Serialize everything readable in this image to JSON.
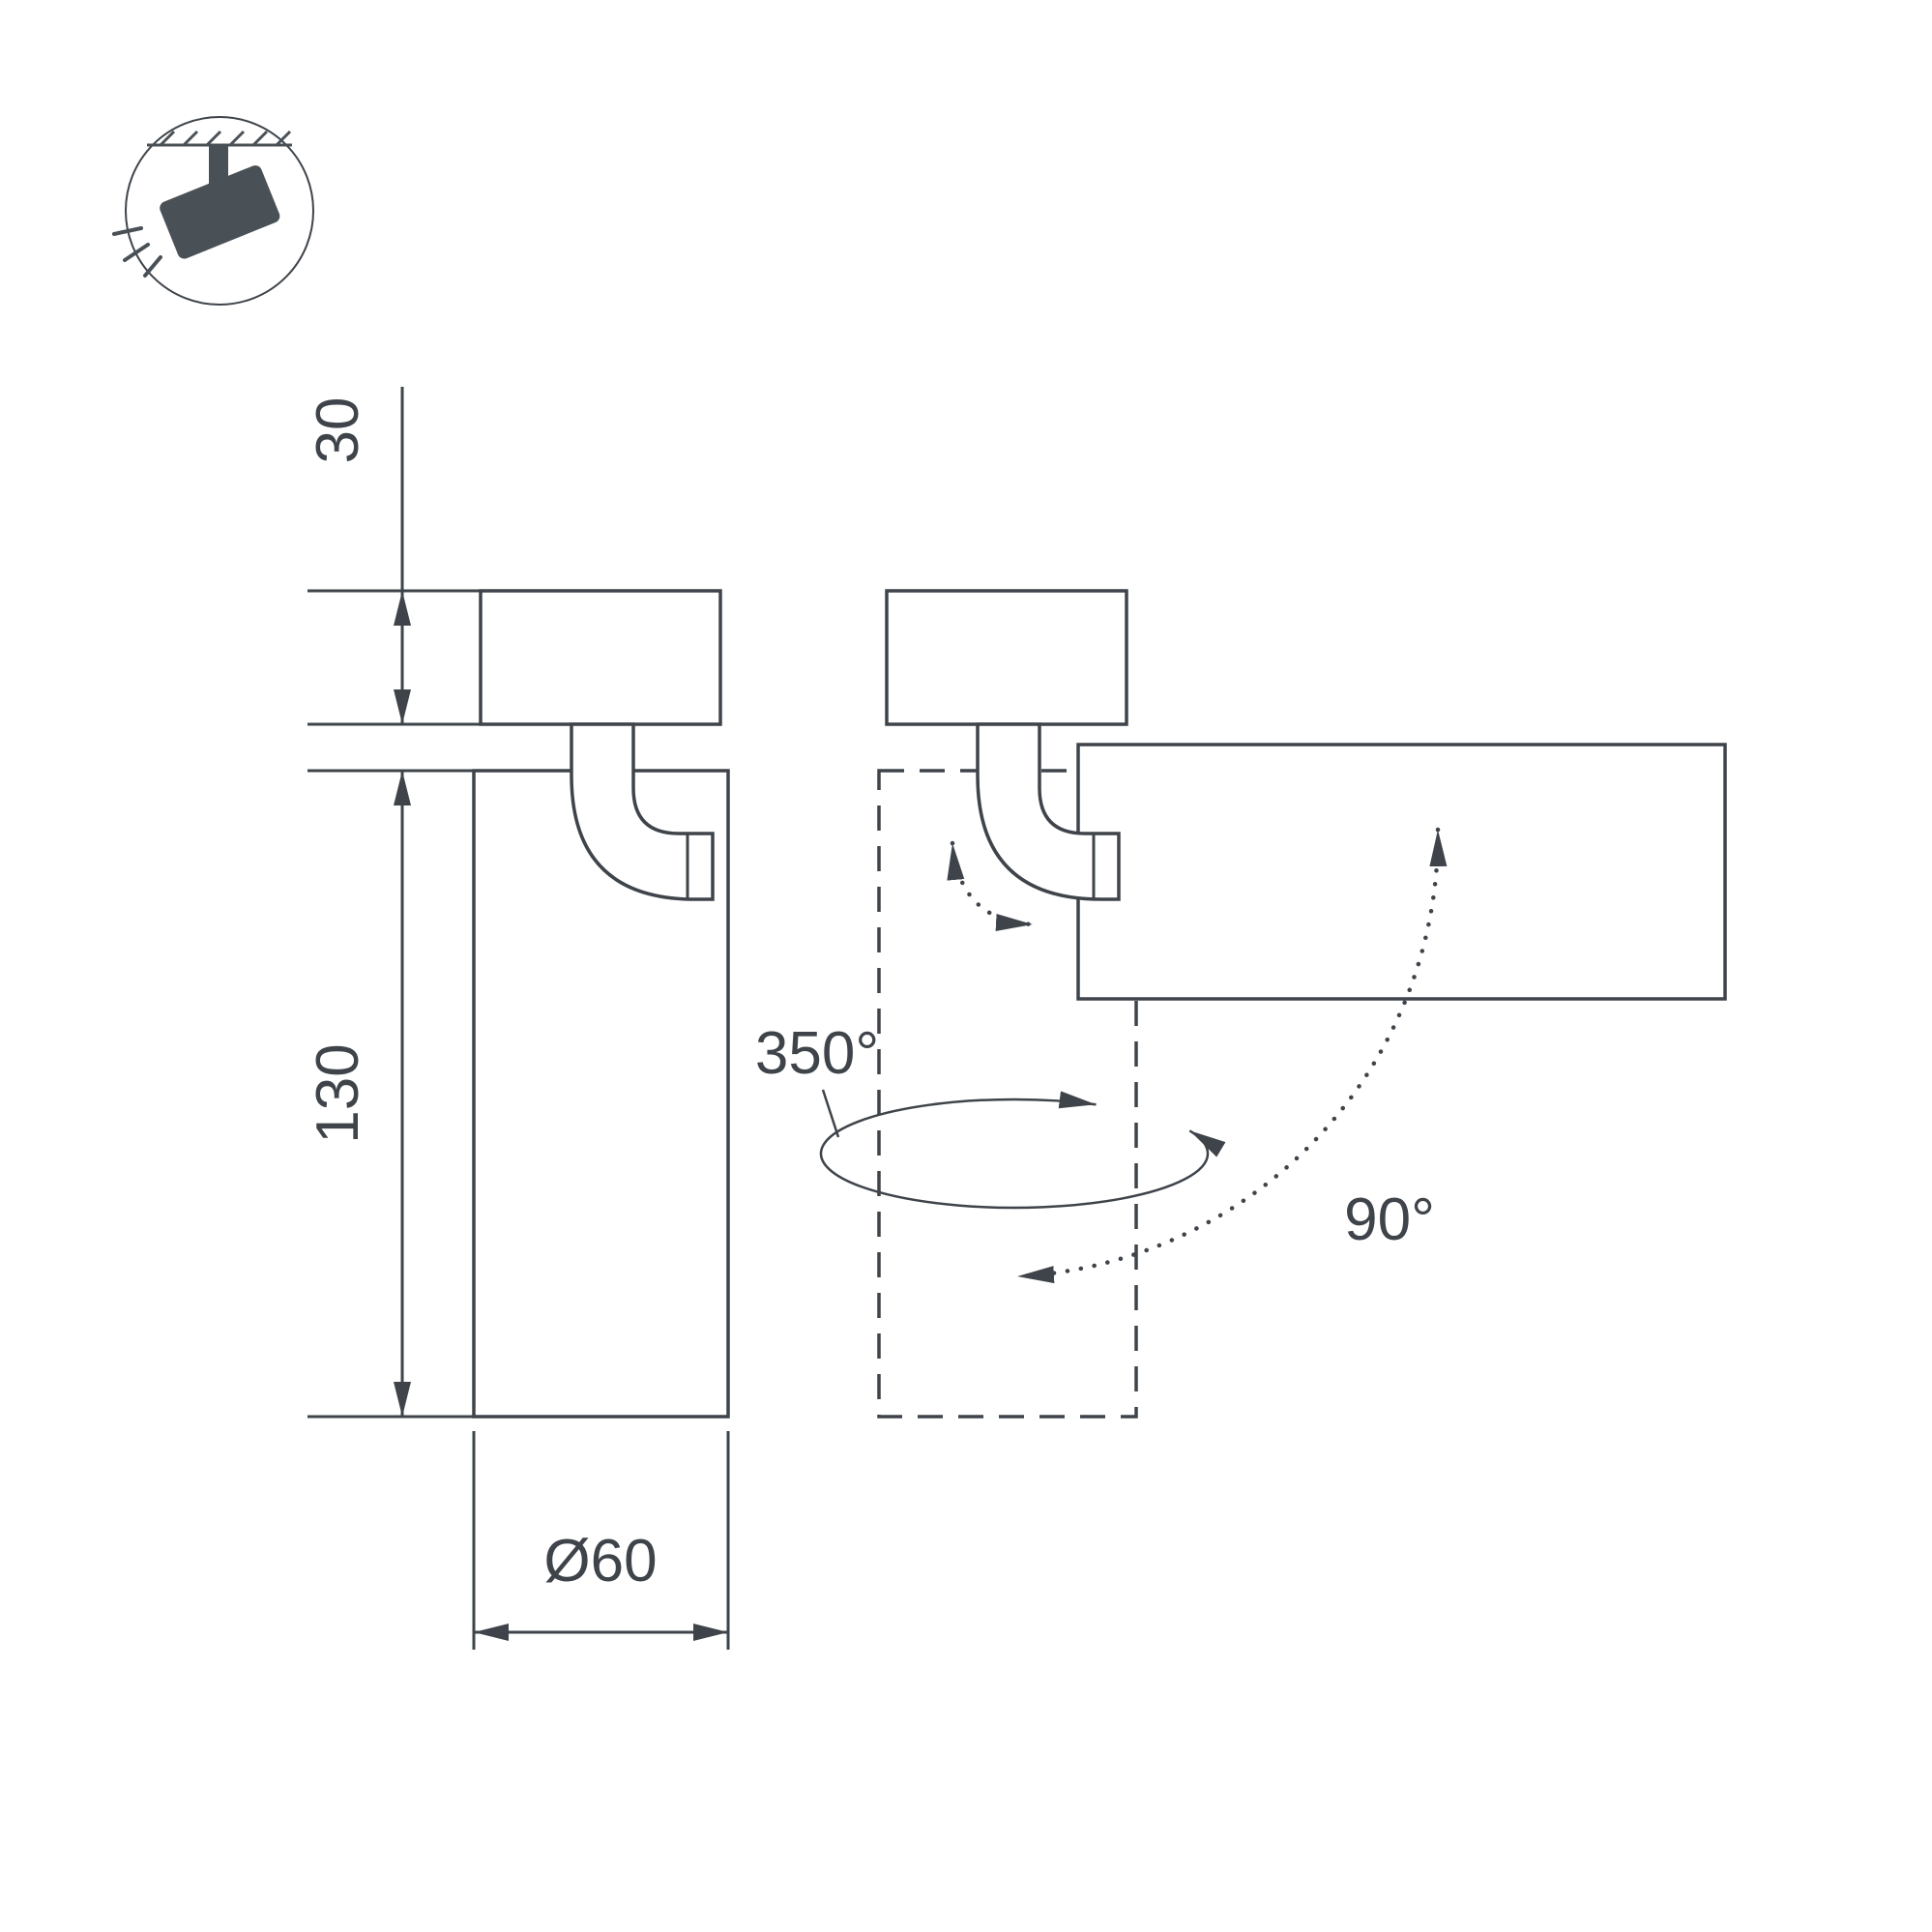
{
  "colors": {
    "line": "#3e444a",
    "icon": "#4a5156",
    "background": "#ffffff"
  },
  "diagram": {
    "type": "technical-drawing",
    "icon": "spotlight-icon",
    "dimensions": {
      "mount_height": "30",
      "body_length": "130",
      "body_diameter": "Ø60"
    },
    "angles": {
      "rotation": "350°",
      "tilt": "90°"
    }
  }
}
